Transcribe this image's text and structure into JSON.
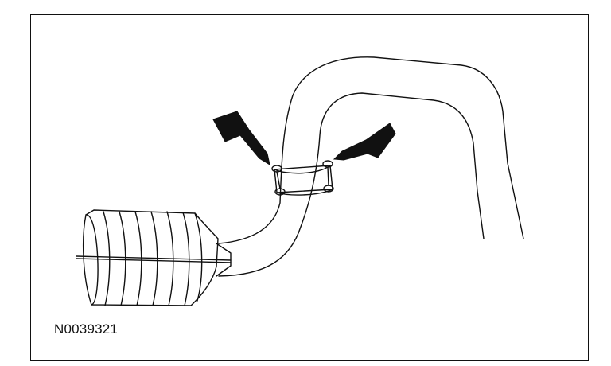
{
  "figure": {
    "id_label": "N0039321",
    "callouts": [
      "left-clamp-arrow",
      "right-clamp-arrow"
    ]
  },
  "colors": {
    "line": "#111111",
    "background": "#ffffff"
  }
}
